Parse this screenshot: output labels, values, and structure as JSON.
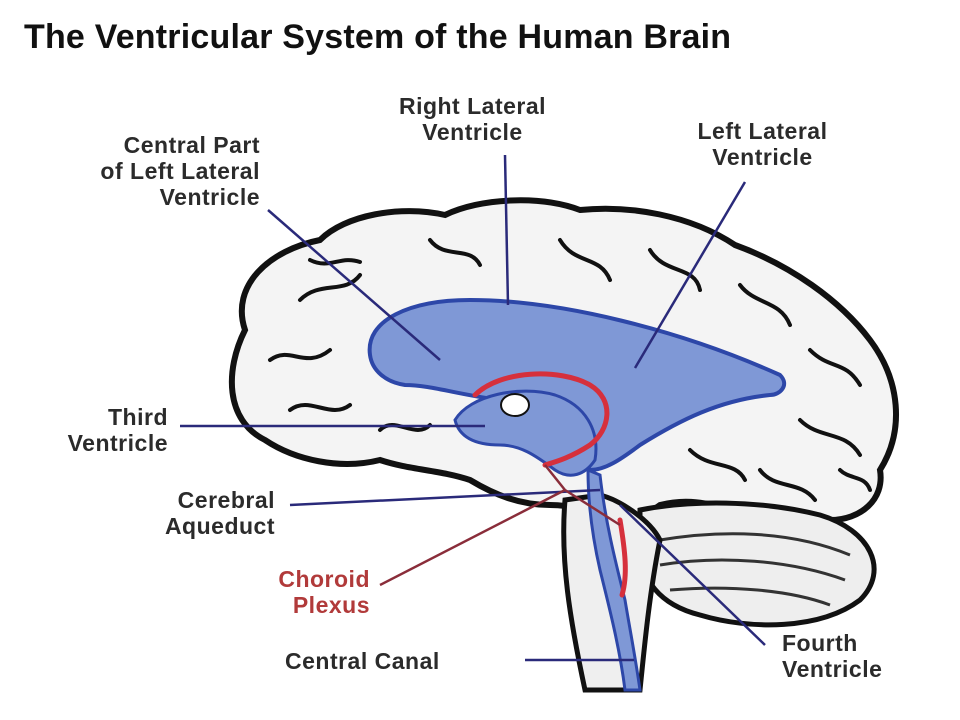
{
  "title": "The Ventricular System of the Human Brain",
  "colors": {
    "ventricle_fill": "#7f98d6",
    "ventricle_dark": "#2d47a8",
    "choroid": "#d6303c",
    "leader_line": "#2a2a7a",
    "choroid_line": "#8a2d3a",
    "brain_fill": "#f4f4f4",
    "brain_outline": "#111111"
  },
  "labels": {
    "right_lateral": {
      "line1": "Right Lateral",
      "line2": "Ventricle"
    },
    "central_part": {
      "line1": "Central Part",
      "line2": "of Left Lateral",
      "line3": "Ventricle"
    },
    "left_lateral": {
      "line1": "Left Lateral",
      "line2": "Ventricle"
    },
    "third": {
      "line1": "Third",
      "line2": "Ventricle"
    },
    "cerebral_aqueduct": {
      "line1": "Cerebral",
      "line2": "Aqueduct"
    },
    "choroid_plexus": {
      "line1": "Choroid",
      "line2": "Plexus"
    },
    "central_canal": {
      "line1": "Central Canal"
    },
    "fourth": {
      "line1": "Fourth",
      "line2": "Ventricle"
    }
  }
}
